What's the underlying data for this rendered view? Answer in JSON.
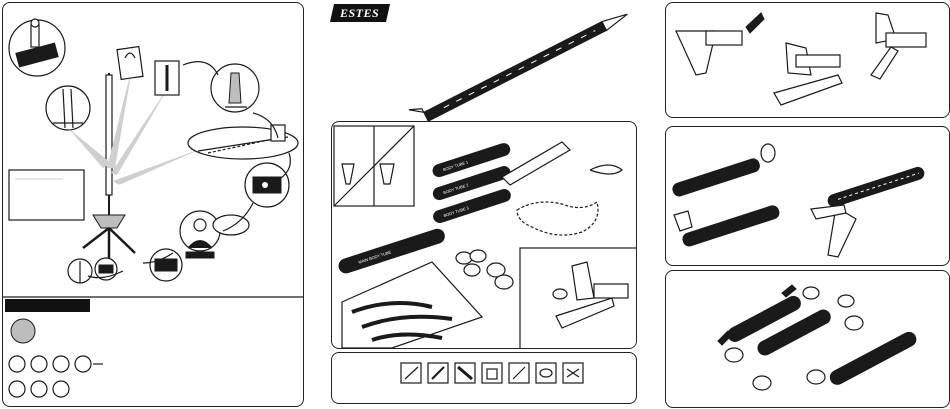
{
  "brand": {
    "logo_text": "ESTES",
    "logo_colors": {
      "primary": "#111111",
      "text": "#ffffff"
    }
  },
  "panels": {
    "launch_sequence": {
      "title": "",
      "black_bar": ""
    },
    "parts": {
      "tube_labels": [
        "BODY TUBE 1",
        "BODY TUBE 2",
        "BODY TUBE 3",
        "MAIN BODY TUBE"
      ],
      "tools": [
        "hobby-knife-icon",
        "pencil-icon",
        "ruler-icon",
        "glue-icon",
        "sandpaper-icon",
        "tape-icon",
        "scissors-icon"
      ]
    },
    "step_fins": {},
    "step_attach": {},
    "step_assembly": {}
  },
  "colors": {
    "ink": "#1a1a1a",
    "paper": "#ffffff",
    "gray": "#bdbdbd"
  }
}
